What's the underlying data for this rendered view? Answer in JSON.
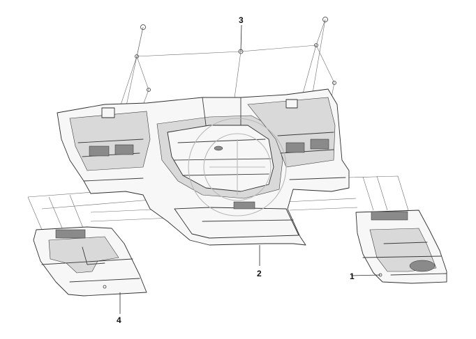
{
  "diagram": {
    "callouts": [
      {
        "id": "1",
        "label": "1"
      },
      {
        "id": "2",
        "label": "2"
      },
      {
        "id": "3",
        "label": "3"
      },
      {
        "id": "4",
        "label": "4"
      }
    ],
    "colors": {
      "line": "#2e2e2e",
      "background": "#ffffff",
      "part_fill": "#f7f7f7",
      "shading": "#d9d9d9"
    }
  }
}
